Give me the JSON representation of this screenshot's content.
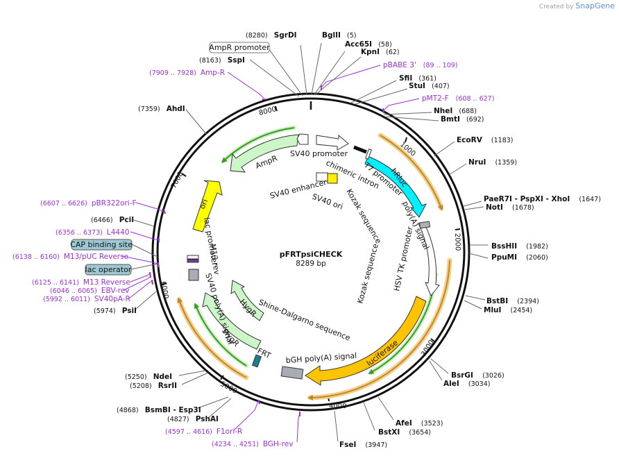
{
  "branding": {
    "prefix": "Created by",
    "name": "SnapGene"
  },
  "plasmid": {
    "name": "pFRTpsiCHECK",
    "size_label": "8289 bp"
  },
  "ticks": [
    "1000",
    "2000",
    "3000",
    "4000",
    "5000",
    "6000",
    "7000",
    "8000"
  ],
  "sites": [
    {
      "pos": "(8280)",
      "name": "SgrDI"
    },
    {
      "pos": "(5)",
      "name": "BglII"
    },
    {
      "pos": "(58)",
      "name": "Acc65I"
    },
    {
      "pos": "(62)",
      "name": "KpnI"
    },
    {
      "pos": "(361)",
      "name": "SfiI"
    },
    {
      "pos": "(407)",
      "name": "StuI"
    },
    {
      "pos": "(688)",
      "name": "NheI"
    },
    {
      "pos": "(692)",
      "name": "BmtI"
    },
    {
      "pos": "(1183)",
      "name": "EcoRV"
    },
    {
      "pos": "(1359)",
      "name": "NruI"
    },
    {
      "pos": "(1647)",
      "name": "PaeR7I - PspXI - XhoI"
    },
    {
      "pos": "(1678)",
      "name": "NotI"
    },
    {
      "pos": "(1982)",
      "name": "BssHII"
    },
    {
      "pos": "(2060)",
      "name": "PpuMI"
    },
    {
      "pos": "(2394)",
      "name": "BstBI"
    },
    {
      "pos": "(2454)",
      "name": "MluI"
    },
    {
      "pos": "(3026)",
      "name": "BsrGI"
    },
    {
      "pos": "(3034)",
      "name": "AleI"
    },
    {
      "pos": "(3523)",
      "name": "AfeI"
    },
    {
      "pos": "(3654)",
      "name": "BstXI"
    },
    {
      "pos": "(3947)",
      "name": "FseI"
    },
    {
      "pos": "(4827)",
      "name": "PshAI"
    },
    {
      "pos": "(4868)",
      "name": "BsmBI - Esp3I"
    },
    {
      "pos": "(5208)",
      "name": "RsrII"
    },
    {
      "pos": "(5250)",
      "name": "NdeI"
    },
    {
      "pos": "(5974)",
      "name": "PsiI"
    },
    {
      "pos": "(6466)",
      "name": "PciI"
    },
    {
      "pos": "(7359)",
      "name": "AhdI"
    },
    {
      "pos": "(8163)",
      "name": "SspI"
    }
  ],
  "primers": [
    {
      "name": "pBABE 3'",
      "range": "(89 .. 109)"
    },
    {
      "name": "pMT2-F",
      "range": "(608 .. 627)"
    },
    {
      "name": "Amp-R",
      "range": "(7909 .. 7928)"
    },
    {
      "name": "pBR322ori-F",
      "range": "(6607 .. 6626)"
    },
    {
      "name": "L4440",
      "range": "(6356 .. 6373)"
    },
    {
      "name": "M13/pUC Reverse",
      "range": "(6138 .. 6160)"
    },
    {
      "name": "M13 Reverse",
      "range": "(6125 .. 6141)"
    },
    {
      "name": "EBV-rev",
      "range": "(6046 .. 6065)"
    },
    {
      "name": "SV40pA-R",
      "range": "(5992 .. 6011)"
    },
    {
      "name": "F1ori-R",
      "range": "(4597 .. 4616)"
    },
    {
      "name": "BGH-rev",
      "range": "(4234 .. 4251)"
    }
  ],
  "boxed_labels": [
    {
      "text": "AmpR promoter",
      "fill": "#ffffff"
    },
    {
      "text": "CAP binding site",
      "fill": "#9ec9d4"
    },
    {
      "text": "lac operator",
      "fill": "#9ec9d4"
    }
  ],
  "features": [
    {
      "text": "SV40 promoter",
      "color": "#ffffff"
    },
    {
      "text": "chimeric intron",
      "color": "#ffffff"
    },
    {
      "text": "T7 promoter",
      "color": "#ffffff"
    },
    {
      "text": "hRluc",
      "color": "#00f0ff"
    },
    {
      "text": "poly(A) signal",
      "color": "#b0b0b0"
    },
    {
      "text": "HSV TK promoter",
      "color": "#ffffff"
    },
    {
      "text": "luciferase",
      "color": "#ffc400"
    },
    {
      "text": "bGH poly(A) signal",
      "color": "#a8adb3"
    },
    {
      "text": "FRT",
      "color": "#1a7f8a"
    },
    {
      "text": "HygR",
      "color": "#ccf5c8"
    },
    {
      "text": "HygR",
      "color": "#ccf5c8"
    },
    {
      "text": "Shine-Dalgarno sequence",
      "color": "#ffffff"
    },
    {
      "text": "SV40 poly(A) signal",
      "color": "#a8adb3"
    },
    {
      "text": "M13 rev",
      "color": "#ffffff"
    },
    {
      "text": "lac promoter",
      "color": "#ffffff"
    },
    {
      "text": "ori",
      "color": "#ffff00"
    },
    {
      "text": "AmpR",
      "color": "#ccf5c8"
    },
    {
      "text": "SV40 enhancer",
      "color": "#ffffff"
    },
    {
      "text": "SV40 ori",
      "color": "#ffee00"
    },
    {
      "text": "Kozak sequence",
      "color": "#ffffff"
    },
    {
      "text": "Kozak sequence",
      "color": "#ffffff"
    }
  ],
  "colors": {
    "backbone": "#111111",
    "primer": "#9b30d9",
    "orf_gold": "#c08a2a",
    "orf_green": "#3a9a2a"
  }
}
